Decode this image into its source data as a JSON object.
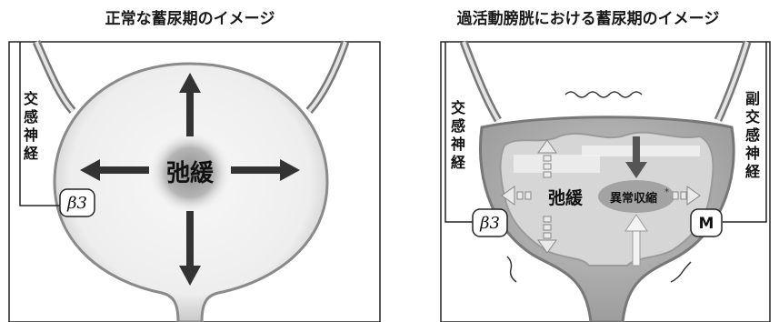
{
  "left": {
    "title": "正常な蓄尿期のイメージ",
    "nerve_label": [
      "交",
      "感",
      "神",
      "経"
    ],
    "center_label": "弛緩",
    "receptor_badge": "β3"
  },
  "right": {
    "title": "過活動膀胱における蓄尿期のイメージ",
    "left_nerve_label": [
      "交",
      "感",
      "神",
      "経"
    ],
    "right_nerve_label": [
      "副",
      "交",
      "感",
      "神",
      "経"
    ],
    "relax_label": "弛緩",
    "contraction_label": "異常収縮",
    "contraction_mark": "*",
    "left_badge": "β3",
    "right_badge": "M"
  }
}
